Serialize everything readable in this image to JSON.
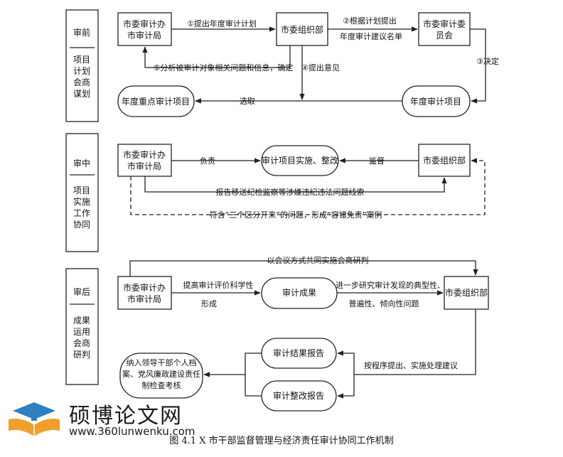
{
  "stages": [
    {
      "title": "审前",
      "subtitle": [
        "项目",
        "计划",
        "会商",
        "谋划"
      ]
    },
    {
      "title": "审中",
      "subtitle": [
        "项目",
        "实施",
        "工作",
        "协同"
      ]
    },
    {
      "title": "审后",
      "subtitle": [
        "成果",
        "运用",
        "会商",
        "研判"
      ]
    }
  ],
  "nodes": {
    "s1_audit_office": [
      "市委审计办",
      "市审计局"
    ],
    "s1_org_dept": [
      "市委组织部"
    ],
    "s1_audit_committee": [
      "市委审计委",
      "员会"
    ],
    "s1_key_projects": [
      "年度重点审计项目"
    ],
    "s1_annual_projects": [
      "年度审计项目"
    ],
    "s2_audit_office": [
      "市委审计办",
      "市审计局"
    ],
    "s2_implementation": [
      "审计项目实施、整改"
    ],
    "s2_org_dept": [
      "市委组织部"
    ],
    "s3_audit_office": [
      "市委审计办",
      "市审计局"
    ],
    "s3_results": [
      "审计成果"
    ],
    "s3_org_dept": [
      "市委组织部"
    ],
    "s3_result_report": [
      "审计结果报告"
    ],
    "s3_rectify_report": [
      "审计整改报告"
    ],
    "s3_archive": [
      "纳入领导干部个人档",
      "案、党风廉政建设责任",
      "制检查考核"
    ]
  },
  "edge_labels": {
    "s1_e1": "①提出年度审计计划",
    "s1_e2a": "②根据计划提出",
    "s1_e2b": "年度审计建议名单",
    "s1_e3": "③决定",
    "s1_e4": "④提出意见",
    "s1_e5": "⑤分析被审计对象相关问题和信息，确定",
    "s1_select": "选取",
    "s2_responsible": "负责",
    "s2_supervise": "监督",
    "s2_report": "报告移送纪检监察等涉嫌违纪违法问题线索",
    "s2_tolerance": "符合“三个区分开来”的问题，形成“容错免责”案例",
    "s3_joint": "以会议方式共同实施会商研判",
    "s3_improve_a": "提高审计评价科学性",
    "s3_improve_b": "形成",
    "s3_research_a": "进一步研究审计发现的典型性、",
    "s3_research_b": "普遍性、倾向性问题",
    "s3_procedure": "按程序提出、实施处理建议"
  },
  "watermark": {
    "name": "硕博论文网",
    "url": "www.360lunwenku.com"
  },
  "caption": "图 4.1 X 市干部监督管理与经济责任审计协同工作机制",
  "colors": {
    "line": "#222222",
    "watermark_orange": "#f0a02a",
    "watermark_blue": "#2f7fc1"
  }
}
